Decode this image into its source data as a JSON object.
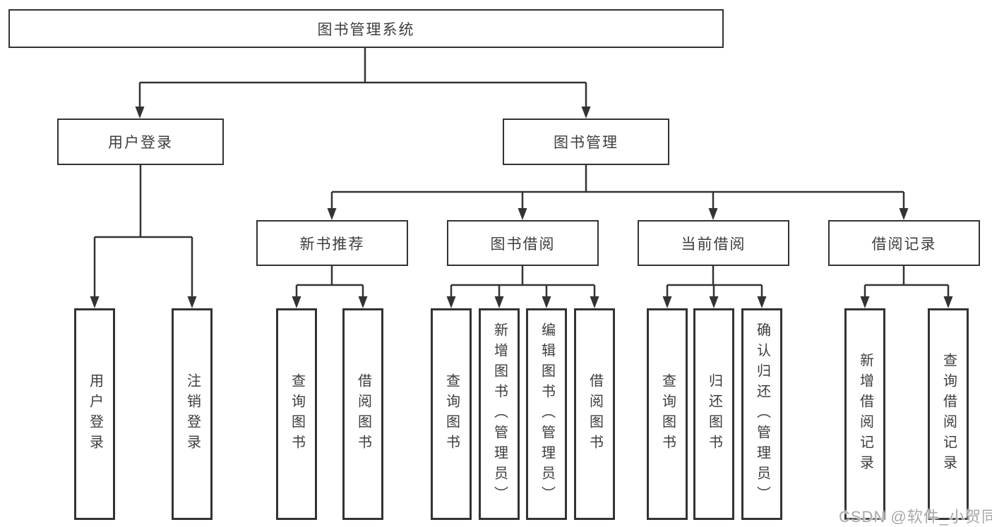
{
  "diagram": {
    "root": "图书管理系统",
    "branches": [
      {
        "label": "用户登录",
        "children": [
          "用户登录",
          "注销登录"
        ]
      },
      {
        "label": "图书管理",
        "sections": [
          {
            "label": "新书推荐",
            "children": [
              "查询图书",
              "借阅图书"
            ]
          },
          {
            "label": "图书借阅",
            "children": [
              "查询图书",
              "新增图书（管理员）",
              "编辑图书（管理员）",
              "借阅图书"
            ]
          },
          {
            "label": "当前借阅",
            "children": [
              "查询图书",
              "归还图书",
              "确认归还（管理员）"
            ]
          },
          {
            "label": "借阅记录",
            "children": [
              "新增借阅记录",
              "查询借阅记录"
            ]
          }
        ]
      }
    ]
  },
  "watermark": "CSDN @软件_小贺同学",
  "colors": {
    "line": "#333333",
    "box_border": "#333333",
    "box_background": "#ffffff",
    "text": "#3d3d3d",
    "watermark": "#a8a8a8"
  }
}
